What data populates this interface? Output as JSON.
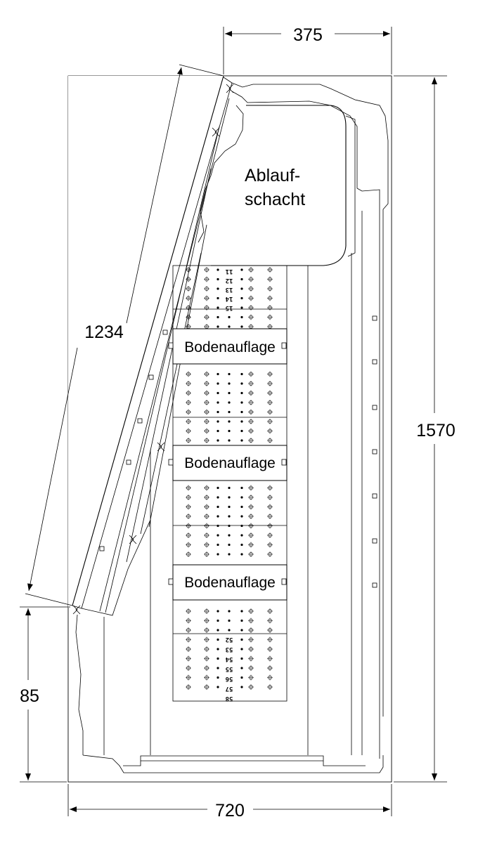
{
  "dimensions": {
    "top_width": "375",
    "slant_length": "1234",
    "total_height": "1570",
    "base_height": "85",
    "total_width": "720"
  },
  "labels": {
    "drain_line1": "Ablauf-",
    "drain_line2": "schacht",
    "shelf_support": "Bodenauflage"
  },
  "rail_numbers_top": [
    "11",
    "12",
    "13",
    "14",
    "15"
  ],
  "rail_numbers_bottom": [
    "52",
    "53",
    "54",
    "55",
    "56",
    "57",
    "58"
  ]
}
